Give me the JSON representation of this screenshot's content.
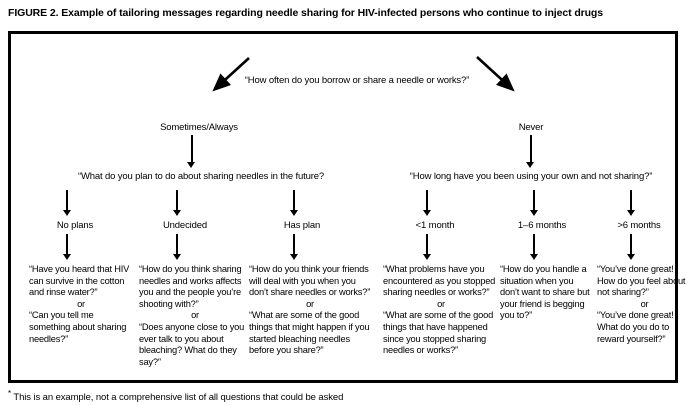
{
  "figure": {
    "caption": "FIGURE 2. Example of tailoring messages regarding needle sharing for HIV-infected persons who continue to inject drugs",
    "footnote_marker": "*",
    "footnote": " This is an example, not a comprehensive list of all questions that could be asked"
  },
  "flowchart": {
    "root_question": "“How often do you borrow or share a needle or works?”",
    "branches": [
      {
        "label": "Sometimes/Always",
        "question": "“What do you plan to do about sharing needles in the future?"
      },
      {
        "label": "Never",
        "question": "“How long have you been using your own and not sharing?”"
      }
    ],
    "leaves": [
      {
        "label": "No plans",
        "message_a": "“Have you heard that HIV can survive in the cotton and rinse water?”",
        "or": "or",
        "message_b": "“Can you tell me something about sharing needles?”"
      },
      {
        "label": "Undecided",
        "message_a": "“How do you think sharing needles and works affects you and the people you’re shooting with?”",
        "or": "or",
        "message_b": "“Does anyone close to you ever talk to you about bleaching? What do they say?”"
      },
      {
        "label": "Has plan",
        "message_a": "“How do you think your friends will deal with you when you don’t share needles or works?”",
        "or": "or",
        "message_b": "“What are some of the good things that might happen if you started bleaching needles before you share?”"
      },
      {
        "label": "<1 month",
        "message_a": "“What problems have you encountered as you stopped sharing needles or works?”",
        "or": "or",
        "message_b": "“What are some of the good things that have happened since you stopped sharing needles or works?”"
      },
      {
        "label": "1–6 months",
        "message_a": "“How do you handle a situation when you don’t want to share but your friend is begging you to?”",
        "or": "",
        "message_b": ""
      },
      {
        "label": ">6 months",
        "message_a": "“You’ve done great! How do you feel about not sharing?”",
        "or": "or",
        "message_b": "“You’ve done great! What do you do to reward yourself?”"
      }
    ]
  },
  "colors": {
    "ink": "#000000",
    "background": "#ffffff"
  }
}
